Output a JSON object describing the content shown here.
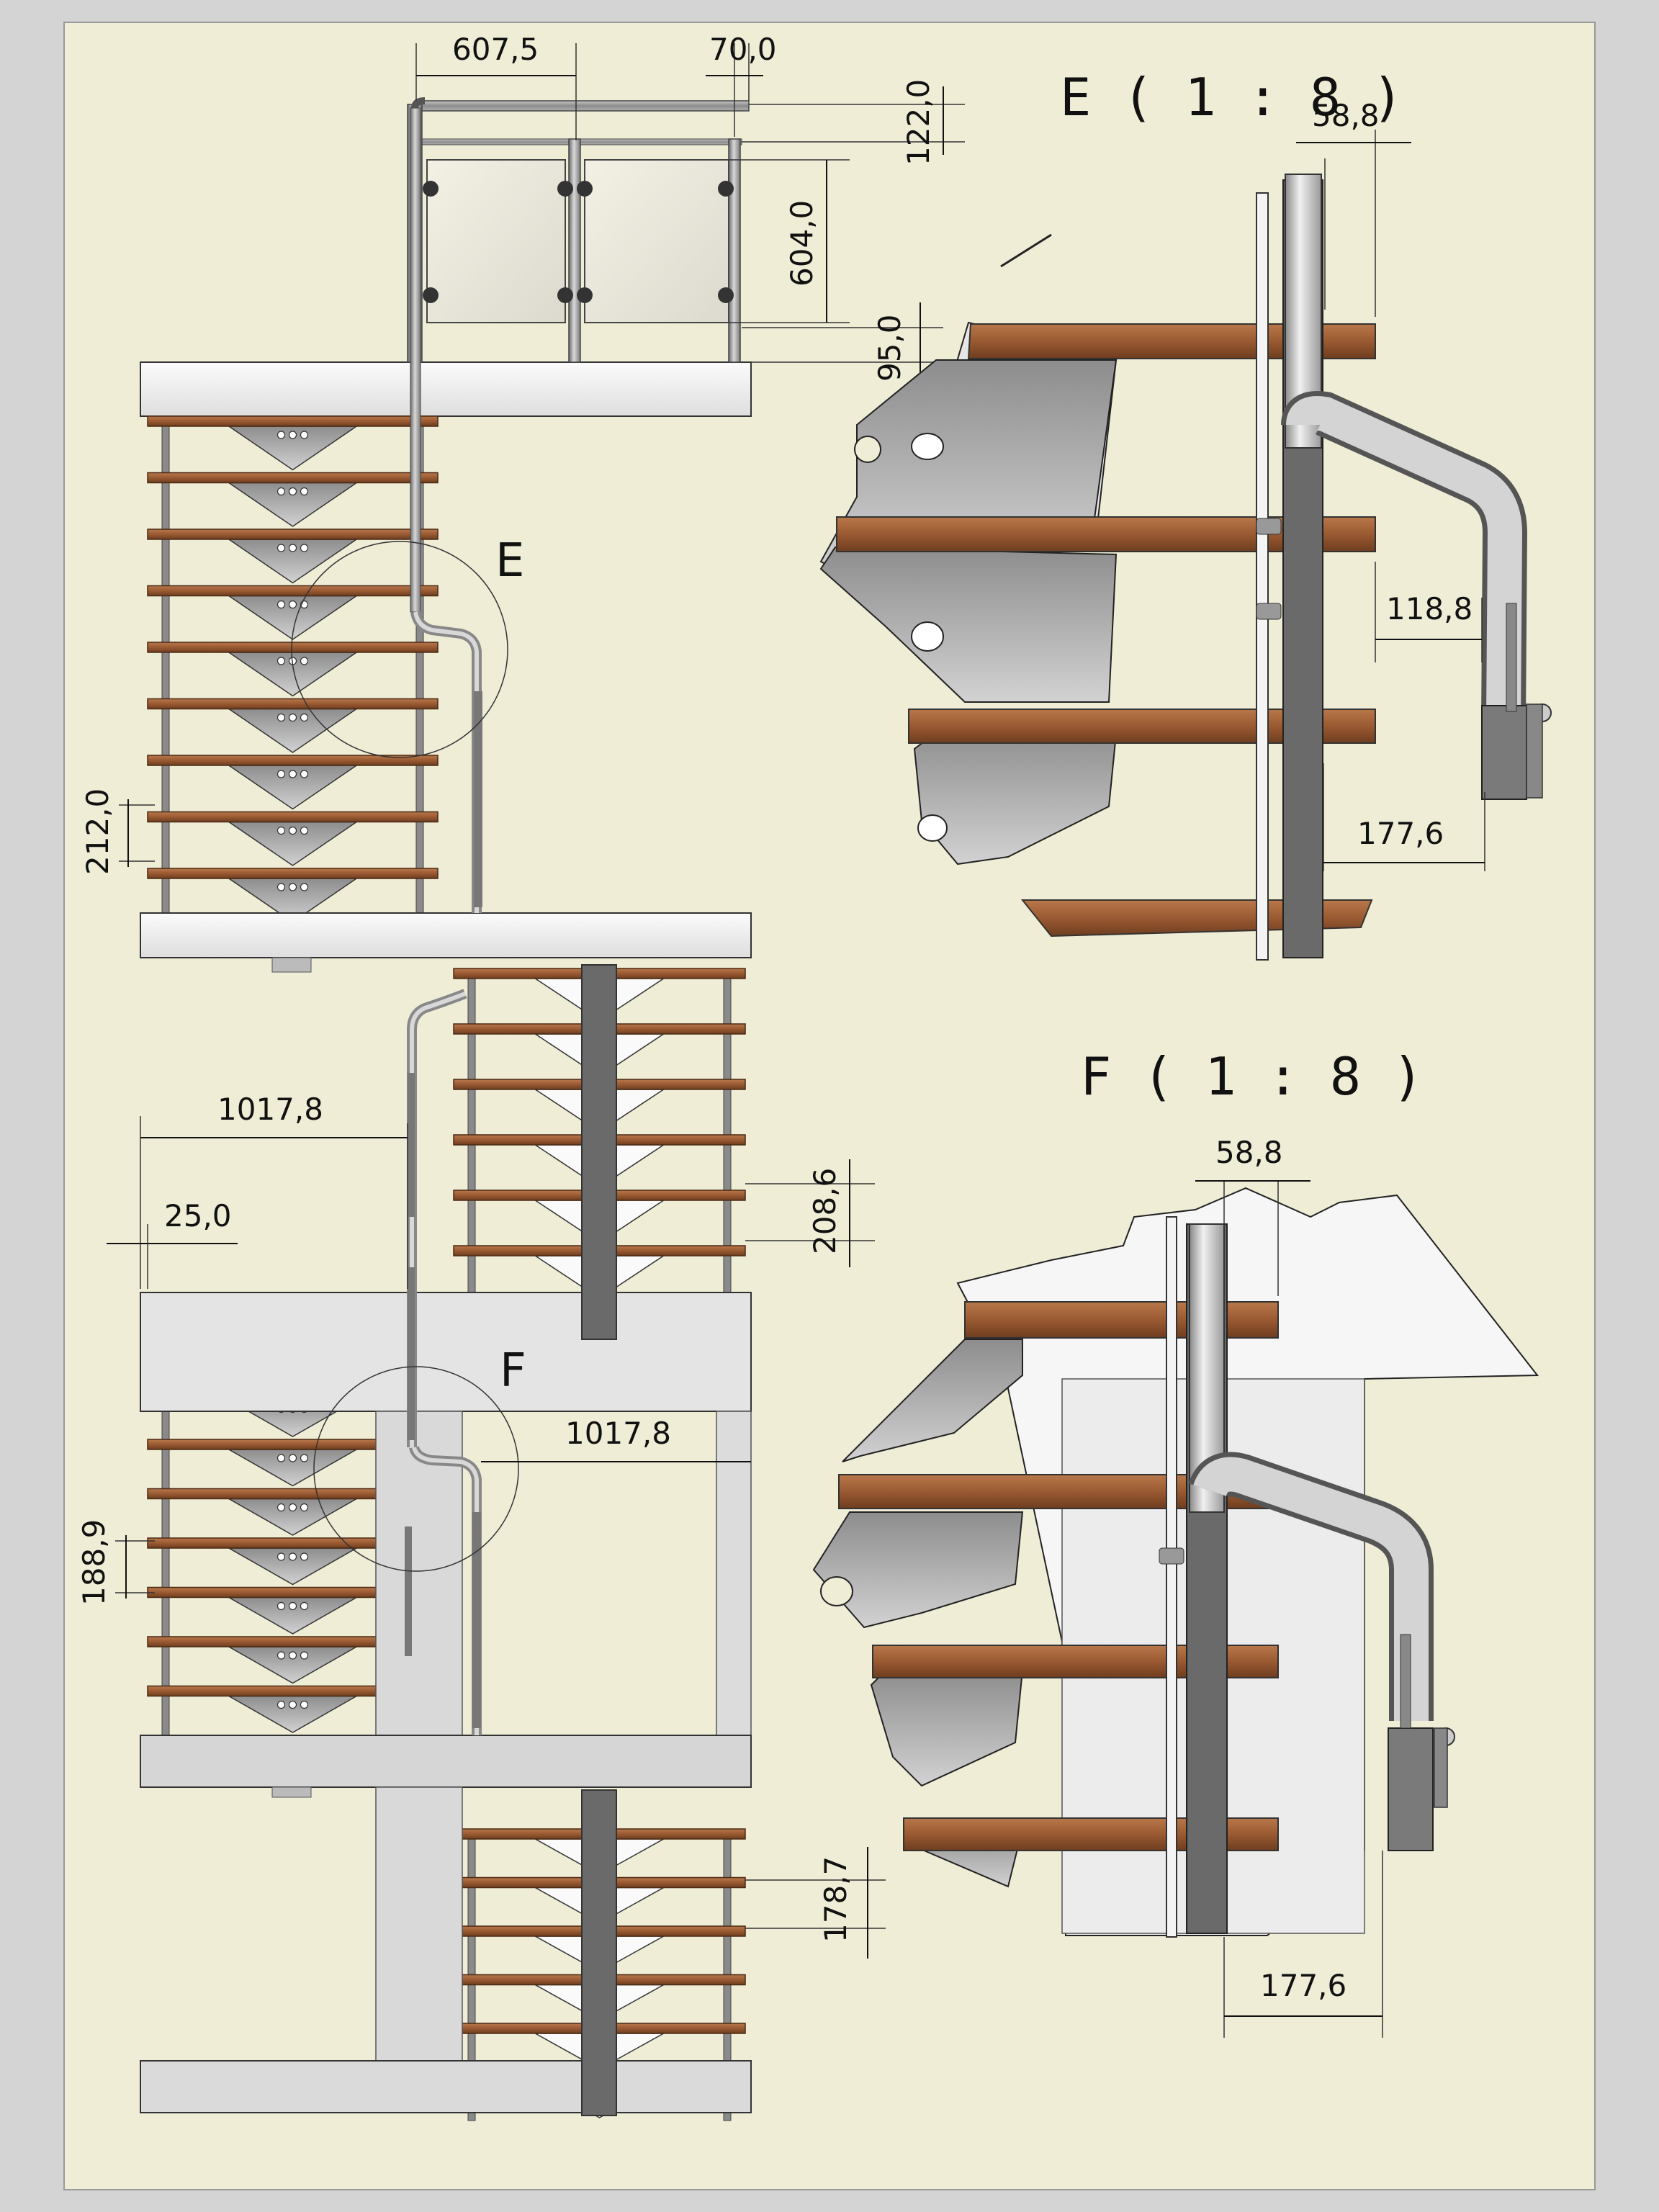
{
  "dimensions": {
    "top_width": "607,5",
    "post_offset": "70,0",
    "handrail_height": "122,0",
    "glass_height": "604,0",
    "glass_bottom": "95,0",
    "rise_upper": "212,0",
    "landing_width": "1017,8",
    "wall_offset": "25,0",
    "rise_mid": "208,6",
    "opening_width": "1017,8",
    "rise_lower": "188,9",
    "rise_bottom": "178,7"
  },
  "detail_e": {
    "title": "E ( 1 : 8 )",
    "callout": "E",
    "tube_diameter": "58,8",
    "offset": "118,8",
    "distance": "177,6"
  },
  "detail_f": {
    "title": "F ( 1 : 8 )",
    "callout": "F",
    "tube_diameter": "58,8",
    "distance": "177,6"
  },
  "colors": {
    "sheet_background": "#efedd6",
    "wood_tread": "#9a5a32",
    "steel": "#9a9a9a",
    "slab": "#f4f4f4",
    "dark_post": "#555555"
  }
}
